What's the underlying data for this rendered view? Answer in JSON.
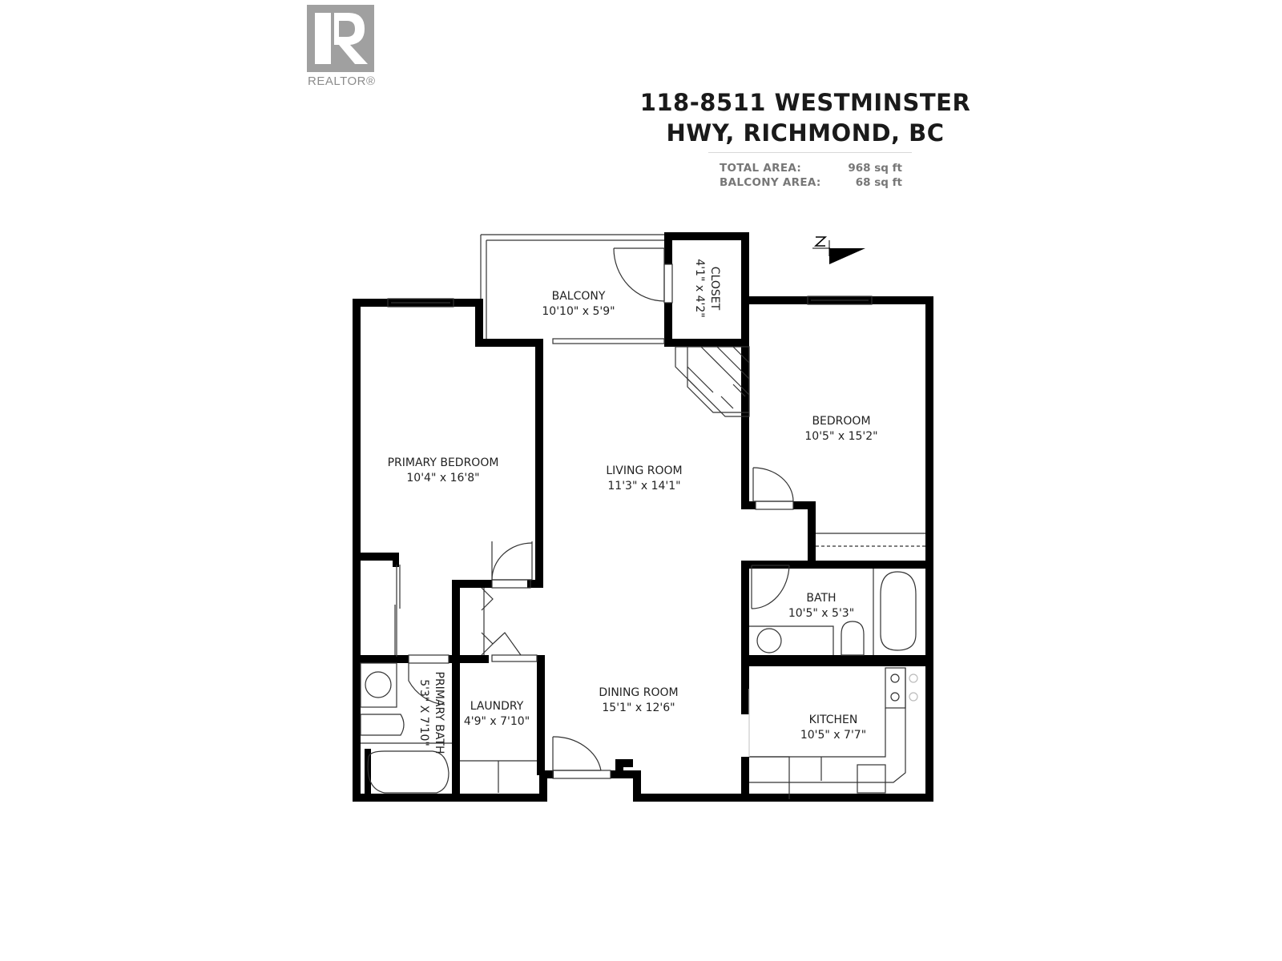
{
  "logo": {
    "icon": "realtor-r-icon",
    "text": "REALTOR®"
  },
  "header": {
    "address_line1": "118-8511 WESTMINSTER",
    "address_line2": "HWY, RICHMOND, BC",
    "stats": [
      {
        "label": "TOTAL AREA:",
        "value": "968 sq ft"
      },
      {
        "label": "BALCONY AREA:",
        "value": "68 sq ft"
      }
    ]
  },
  "compass": {
    "icon": "north-arrow-icon",
    "letter": "N"
  },
  "rooms": [
    {
      "name": "BALCONY",
      "dims": "10'10\" x 5'9\""
    },
    {
      "name": "CLOSET",
      "dims": "4'1\" x 4'2\""
    },
    {
      "name": "PRIMARY BEDROOM",
      "dims": "10'4\" x 16'8\""
    },
    {
      "name": "LIVING ROOM",
      "dims": "11'3\" x 14'1\""
    },
    {
      "name": "BEDROOM",
      "dims": "10'5\" x 15'2\""
    },
    {
      "name": "BATH",
      "dims": "10'5\" x 5'3\""
    },
    {
      "name": "PRIMARY BATH",
      "dims": "5'3\" X 7'10\""
    },
    {
      "name": "LAUNDRY",
      "dims": "4'9\" x 7'10\""
    },
    {
      "name": "DINING ROOM",
      "dims": "15'1\" x 12'6\""
    },
    {
      "name": "KITCHEN",
      "dims": "10'5\" x 7'7\""
    }
  ]
}
